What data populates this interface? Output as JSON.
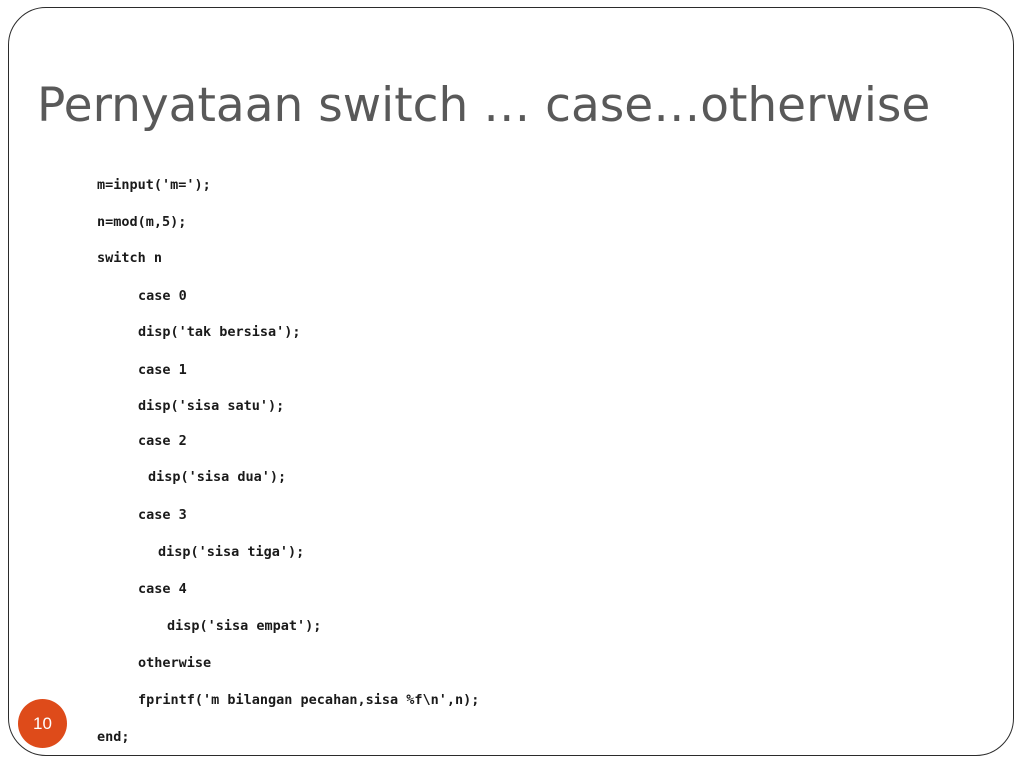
{
  "slide": {
    "title": "Pernyataan switch … case…otherwise",
    "page_number": "10",
    "code_lines": [
      "m=input('m=');",
      "n=mod(m,5);",
      "switch n",
      "case 0",
      "disp('tak bersisa');",
      "case 1",
      "disp('sisa satu');",
      "case 2",
      "disp('sisa dua');",
      "case 3",
      "disp('sisa tiga');",
      "case 4",
      "disp('sisa empat');",
      "otherwise",
      "fprintf('m bilangan pecahan,sisa %f\\n',n);",
      "end;"
    ]
  },
  "colors": {
    "title": "#595959",
    "code": "#1a1a1a",
    "badge": "#de4b1a",
    "frame": "#2b2b2b"
  }
}
